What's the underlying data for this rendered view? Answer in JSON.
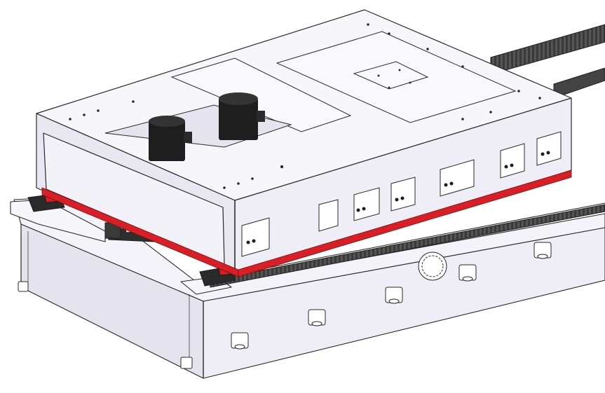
{
  "figure": {
    "colors": {
      "background": "#ffffff",
      "face_light": "#f7f6fb",
      "face_mid": "#ecebf4",
      "face_dark": "#dedde8",
      "edge": "#2a2a2a",
      "accent_red": "#d81f26",
      "dark_part": "#1e1e1e",
      "rail": "#3a3a3a"
    },
    "parts": [
      {
        "name": "base-frame",
        "icon": "machine-base-icon"
      },
      {
        "name": "carriage",
        "icon": "carriage-block-icon"
      },
      {
        "name": "servo-motor",
        "count": 2,
        "icon": "servo-motor-icon"
      },
      {
        "name": "linear-rail",
        "count": 2,
        "icon": "linear-rail-icon"
      },
      {
        "name": "rack-and-pinion",
        "icon": "gear-rack-icon"
      },
      {
        "name": "red-seal-strip",
        "icon": "seal-strip-icon"
      }
    ]
  }
}
